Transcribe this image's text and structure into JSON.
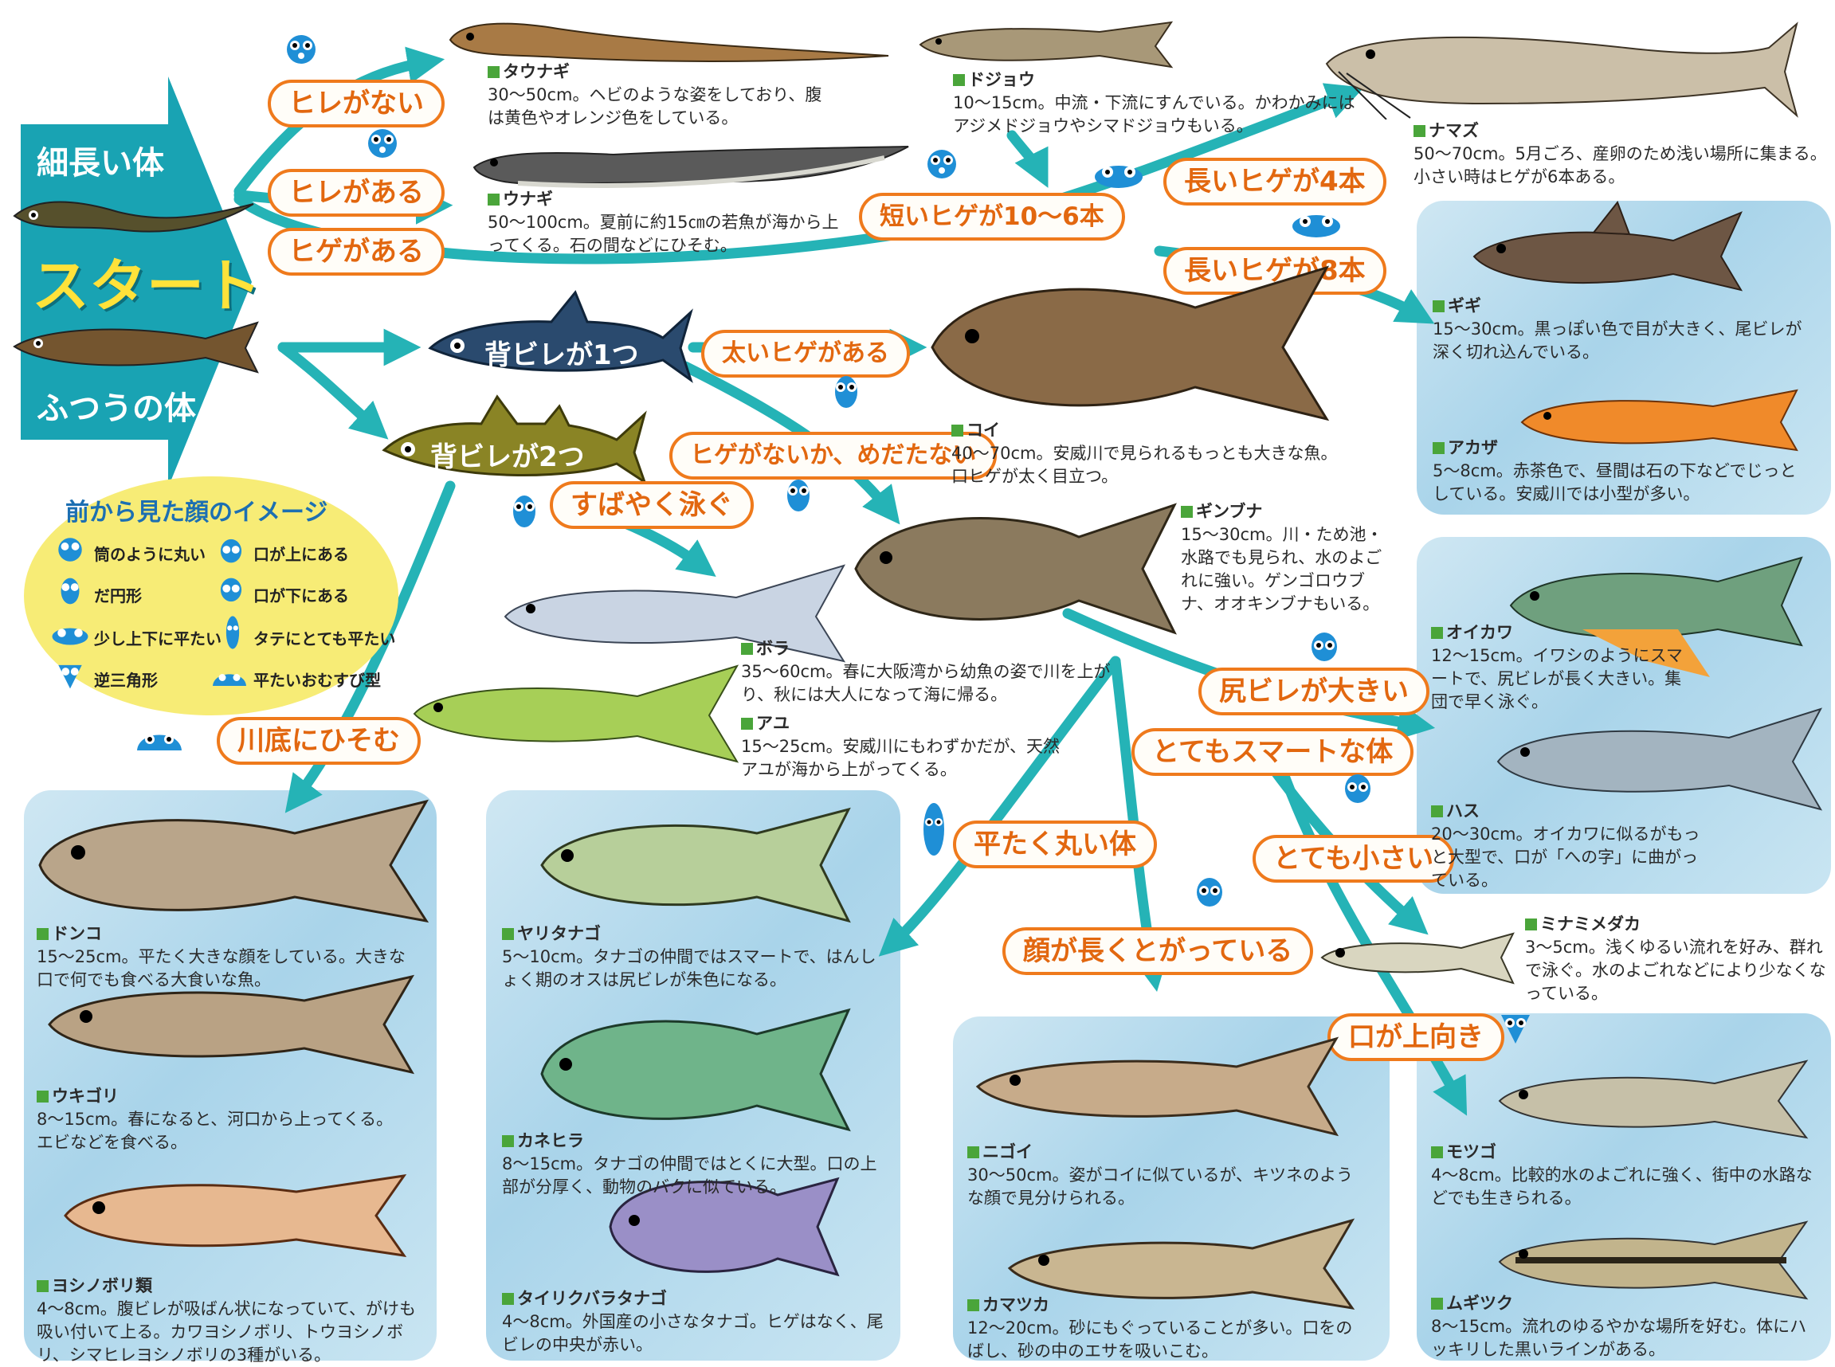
{
  "colors": {
    "teal": "#25b3b6",
    "orange": "#ef7a1c",
    "big_arrow": "#19a3b3",
    "legend_bg": "#f7ec76",
    "legend_title": "#1c6fb2",
    "face_blue": "#1f8fd6",
    "panel": "#bfe0f0"
  },
  "start": {
    "slim_label": "細長い体",
    "start_label": "スタート",
    "normal_label": "ふつうの体"
  },
  "branches": {
    "no_fins": "ヒレがない",
    "has_fins": "ヒレがある",
    "has_whiskers": "ヒゲがある",
    "short_whiskers": "短いヒゲが10～6本",
    "long4": "長いヒゲが4本",
    "long8": "長いヒゲが8本",
    "dorsal1": "背ビレが1つ",
    "dorsal2": "背ビレが2つ",
    "thick_whiskers": "太いヒゲがある",
    "no_whiskers": "ヒゲがないか、めだたない",
    "swim_fast": "すばやく泳ぐ",
    "river_bottom": "川底にひそむ",
    "anal_big": "尻ビレが大きい",
    "very_slim": "とてもスマートな体",
    "flat_round": "平たく丸い体",
    "very_small": "とても小さい",
    "long_face": "顔が長くとがっている",
    "mouth_up": "口が上向き"
  },
  "legend": {
    "title": "前から見た顔のイメージ",
    "items": [
      "筒のように丸い",
      "口が上にある",
      "だ円形",
      "口が下にある",
      "少し上下に平たい",
      "タテにとても平たい",
      "逆三角形",
      "平たいおむすび型"
    ]
  },
  "fish": {
    "taunagi": {
      "name": "タウナギ",
      "desc": "30～50cm。ヘビのような姿をしており、腹は黄色やオレンジ色をしている。"
    },
    "unagi": {
      "name": "ウナギ",
      "desc": "50～100cm。夏前に約15㎝の若魚が海から上ってくる。石の間などにひそむ。"
    },
    "dojou": {
      "name": "ドジョウ",
      "desc": "10～15cm。中流・下流にすんでいる。かわかみにはアジメドジョウやシマドジョウもいる。"
    },
    "namazu": {
      "name": "ナマズ",
      "desc": "50～70cm。5月ごろ、産卵のため浅い場所に集まる。小さい時はヒゲが6本ある。"
    },
    "gigi": {
      "name": "ギギ",
      "desc": "15～30cm。黒っぽい色で目が大きく、尾ビレが深く切れ込んでいる。"
    },
    "akaza": {
      "name": "アカザ",
      "desc": "5～8cm。赤茶色で、昼間は石の下などでじっとしている。安威川では小型が多い。"
    },
    "koi": {
      "name": "コイ",
      "desc": "40～70cm。安威川で見られるもっとも大きな魚。口ヒゲが太く目立つ。"
    },
    "ginbuna": {
      "name": "ギンブナ",
      "desc": "15～30cm。川・ため池・水路でも見られ、水のよごれに強い。ゲンゴロウブナ、オオキンブナもいる。"
    },
    "bora": {
      "name": "ボラ",
      "desc": "35～60cm。春に大阪湾から幼魚の姿で川を上がり、秋には大人になって海に帰る。"
    },
    "ayu": {
      "name": "アユ",
      "desc": "15～25cm。安威川にもわずかだが、天然アユが海から上がってくる。"
    },
    "oikawa": {
      "name": "オイカワ",
      "desc": "12～15cm。イワシのようにスマートで、尻ビレが長く大きい。集団で早く泳ぐ。"
    },
    "hasu": {
      "name": "ハス",
      "desc": "20～30cm。オイカワに似るがもっと大型で、口が「への字」に曲がっている。"
    },
    "minamimedaka": {
      "name": "ミナミメダカ",
      "desc": "3～5cm。浅くゆるい流れを好み、群れで泳ぐ。水のよごれなどにより少なくなっている。"
    },
    "donko": {
      "name": "ドンコ",
      "desc": "15～25cm。平たく大きな顔をしている。大きな口で何でも食べる大食いな魚。"
    },
    "ukigori": {
      "name": "ウキゴリ",
      "desc": "8～15cm。春になると、河口から上ってくる。エビなどを食べる。"
    },
    "yoshinobori": {
      "name": "ヨシノボリ類",
      "desc": "4～8cm。腹ビレが吸ばん状になっていて、がけも吸い付いて上る。カワヨシノボリ、トウヨシノボリ、シマヒレヨシノボリの3種がいる。"
    },
    "yaritanago": {
      "name": "ヤリタナゴ",
      "desc": "5～10cm。タナゴの仲間ではスマートで、はんしょく期のオスは尻ビレが朱色になる。"
    },
    "kanehira": {
      "name": "カネヒラ",
      "desc": "8～15cm。タナゴの仲間ではとくに大型。口の上部が分厚く、動物のバクに似ている。"
    },
    "tairiku": {
      "name": "タイリクバラタナゴ",
      "desc": "4～8cm。外国産の小さなタナゴ。ヒゲはなく、尾ビレの中央が赤い。"
    },
    "nigoi": {
      "name": "ニゴイ",
      "desc": "30～50cm。姿がコイに似ているが、キツネのような顔で見分けられる。"
    },
    "kamatsuka": {
      "name": "カマツカ",
      "desc": "12～20cm。砂にもぐっていることが多い。口をのばし、砂の中のエサを吸いこむ。"
    },
    "motsugo": {
      "name": "モツゴ",
      "desc": "4～8cm。比較的水のよごれに強く、街中の水路などでも生きられる。"
    },
    "mugitsuku": {
      "name": "ムギツク",
      "desc": "8～15cm。流れのゆるやかな場所を好む。体にハッキリした黒いラインがある。"
    }
  }
}
